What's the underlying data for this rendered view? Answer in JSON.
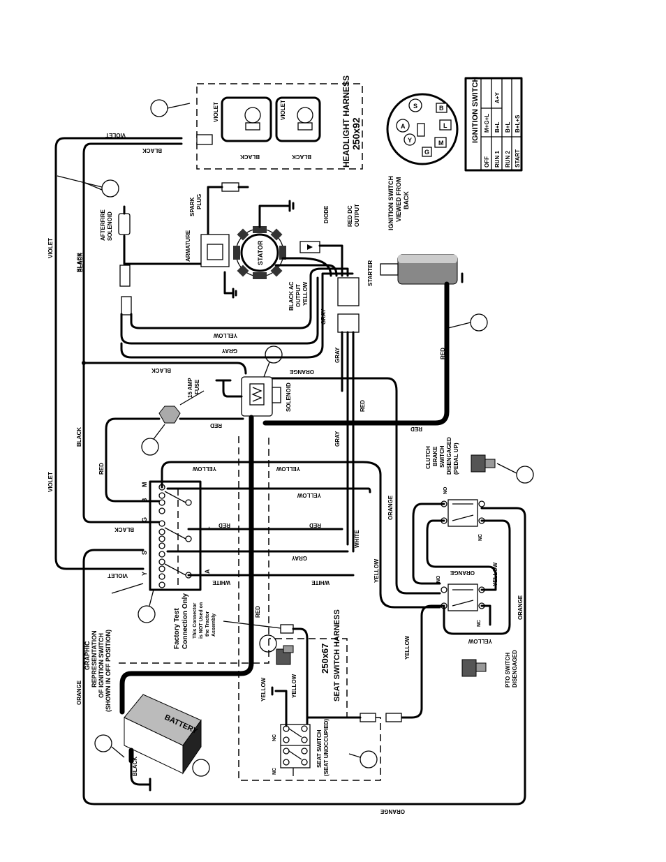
{
  "harness": {
    "headlight_title": "HEADLIGHT HARNESS",
    "headlight_part": "250x92",
    "seat_title": "SEAT SWITCH HARNESS",
    "seat_part": "250x67"
  },
  "ignition_table": {
    "title": "IGNITION SWITCH",
    "rows": [
      {
        "pos": "OFF",
        "a": "M+G+L",
        "b": "A+Y"
      },
      {
        "pos": "RUN 1",
        "a": "B+L",
        "b": ""
      },
      {
        "pos": "RUN 2",
        "a": "B+L",
        "b": ""
      },
      {
        "pos": "START",
        "a": "B+L+S",
        "b": ""
      }
    ],
    "view_caption": [
      "IGNITION SWITCH",
      "VIEWED FROM",
      "BACK"
    ],
    "terminals": [
      "S",
      "B",
      "A",
      "L",
      "Y",
      "M",
      "G"
    ]
  },
  "components": {
    "spark_plug": [
      "SPARK",
      "PLUG"
    ],
    "armature": "ARMATURE",
    "stator": "STATOR",
    "diode": "DIODE",
    "red_dc": [
      "RED DC",
      "OUTPUT"
    ],
    "black_ac": [
      "BLACK AC",
      "OUTPUT"
    ],
    "starter": "STARTER",
    "afterfire": [
      "AFTERFIRE",
      "SOLENOID"
    ],
    "fuse": [
      "15 AMP",
      "FUSE"
    ],
    "solenoid": "SOLENOID",
    "clutch_switch": [
      "CLUTCH",
      "BRAKE",
      "SWITCH",
      "DISENGAGED",
      "(PEDAL UP)"
    ],
    "pto_switch": [
      "PTO SWITCH",
      "DISENGAGED"
    ],
    "seat_switch": [
      "SEAT SWITCH",
      "(SEAT UNOCCUPIED)"
    ],
    "factory_test": [
      "Factory Test",
      "Connection Only"
    ],
    "factory_note": [
      "This Connector",
      "is NOT Used on",
      "the Tractor",
      "Assembly"
    ],
    "graphic_rep": [
      "GRAPHIC",
      "REPRESENTATION",
      "OF IGNITION SWITCH",
      "(SHOWN IN OFF POSITION)"
    ],
    "battery": "BATTERY",
    "switch_letters": [
      "M",
      "B",
      "G",
      "S",
      "Y",
      "L",
      "A"
    ],
    "no": "NO",
    "nc": "NC"
  },
  "wire_labels": {
    "violet": "VIOLET",
    "black": "BLACK",
    "yellow": "YELLOW",
    "gray": "GRAY",
    "orange": "ORANGE",
    "red": "RED",
    "white": "WHITE"
  }
}
